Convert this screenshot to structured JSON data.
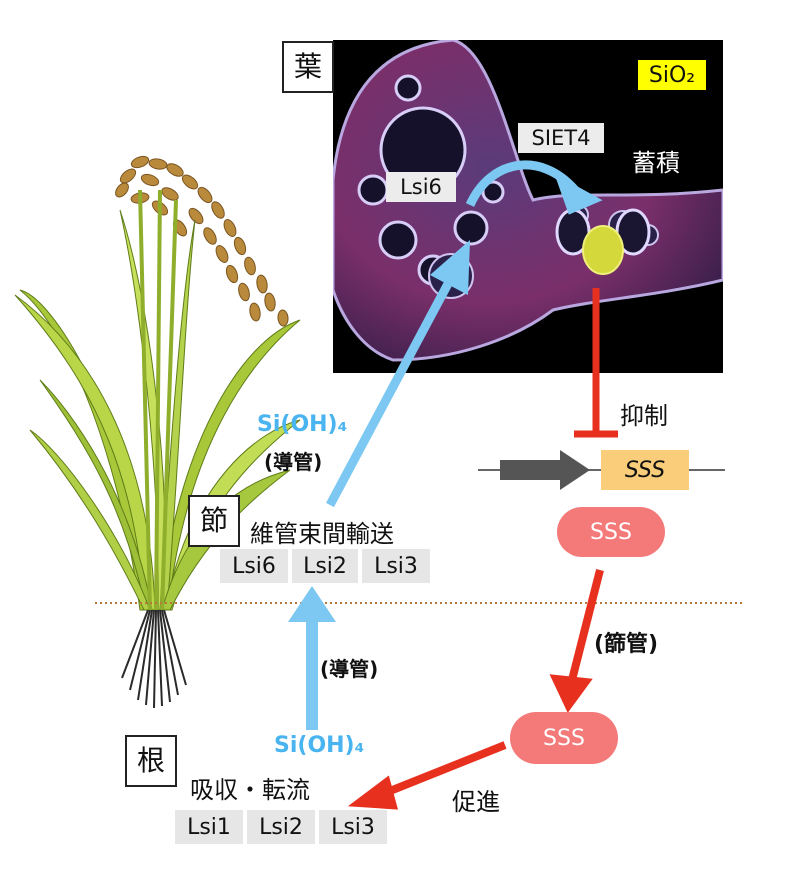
{
  "organs": {
    "leaf": "葉",
    "node": "節",
    "root": "根"
  },
  "micrograph": {
    "sio2_label": "SiO₂",
    "siet4_label": "SIET4",
    "lsi6_label": "Lsi6",
    "accumulation": "蓄積"
  },
  "inhibition_label": "抑制",
  "gene_name": "SSS",
  "protein_top": "SSS",
  "protein_bottom": "SSS",
  "phloem_label": "(篩管)",
  "promotion_label": "促進",
  "node_flow": {
    "species": "Si(OH)₄",
    "vessel": "(導管)",
    "process": "維管束間輸送",
    "transporters": [
      "Lsi6",
      "Lsi2",
      "Lsi3"
    ]
  },
  "root_flow": {
    "species": "Si(OH)₄",
    "vessel": "(導管)",
    "process": "吸収・転流",
    "transporters": [
      "Lsi1",
      "Lsi2",
      "Lsi3"
    ]
  },
  "colors": {
    "blue_arrow": "#7cc8f2",
    "red_arrow": "#e8301f",
    "gene_box": "#f9cd7a",
    "sss_pill": "#f47a7a",
    "soil_line": "#b9763a"
  }
}
